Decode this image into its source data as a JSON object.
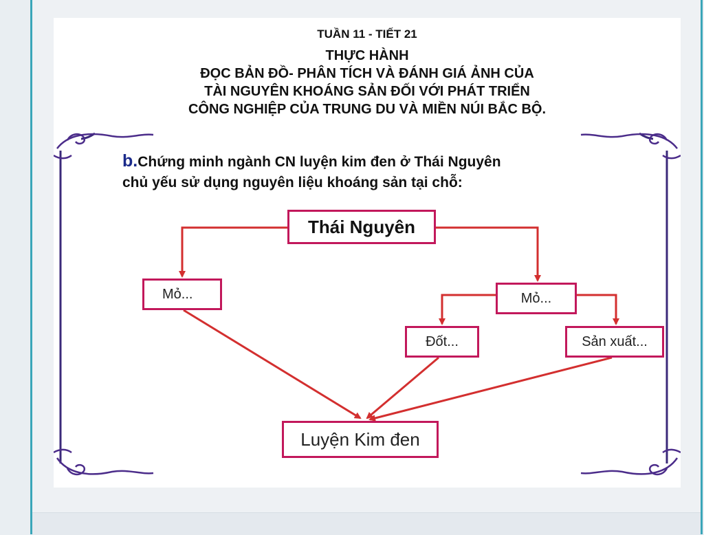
{
  "slide": {
    "week_lesson": "TUẦN 11 - TIẾT 21",
    "title_lines": [
      "THỰC  HÀNH",
      "ĐỌC BẢN ĐỒ- PHÂN TÍCH VÀ ĐÁNH GIÁ  ẢNH CỦA",
      "TÀI NGUYÊN  KHOÁNG  SẢN ĐỐI VỚI PHÁT TRIỂN",
      "CÔNG  NGHIỆP  CỦA TRUNG  DU VÀ MIỀN NÚI BẮC  BỘ."
    ],
    "task_prefix": "b.",
    "task_line1": "Chứng  minh ngành CN luyện kim đen ở Thái Nguyên",
    "task_line2": "chủ yếu sử  dụng nguyên liệu khoáng sản tại chỗ:"
  },
  "diagram": {
    "root": "Thái Nguyên",
    "left_node": "Mỏ...",
    "right_node": "Mỏ...",
    "right_child_1": "Đốt...",
    "right_child_2": "Sản xuất...",
    "target": "Luyện  Kim đen",
    "arrow_color": "#d32f2f",
    "box_border_color": "#c2185b",
    "frame_color": "#3b2a7a"
  }
}
